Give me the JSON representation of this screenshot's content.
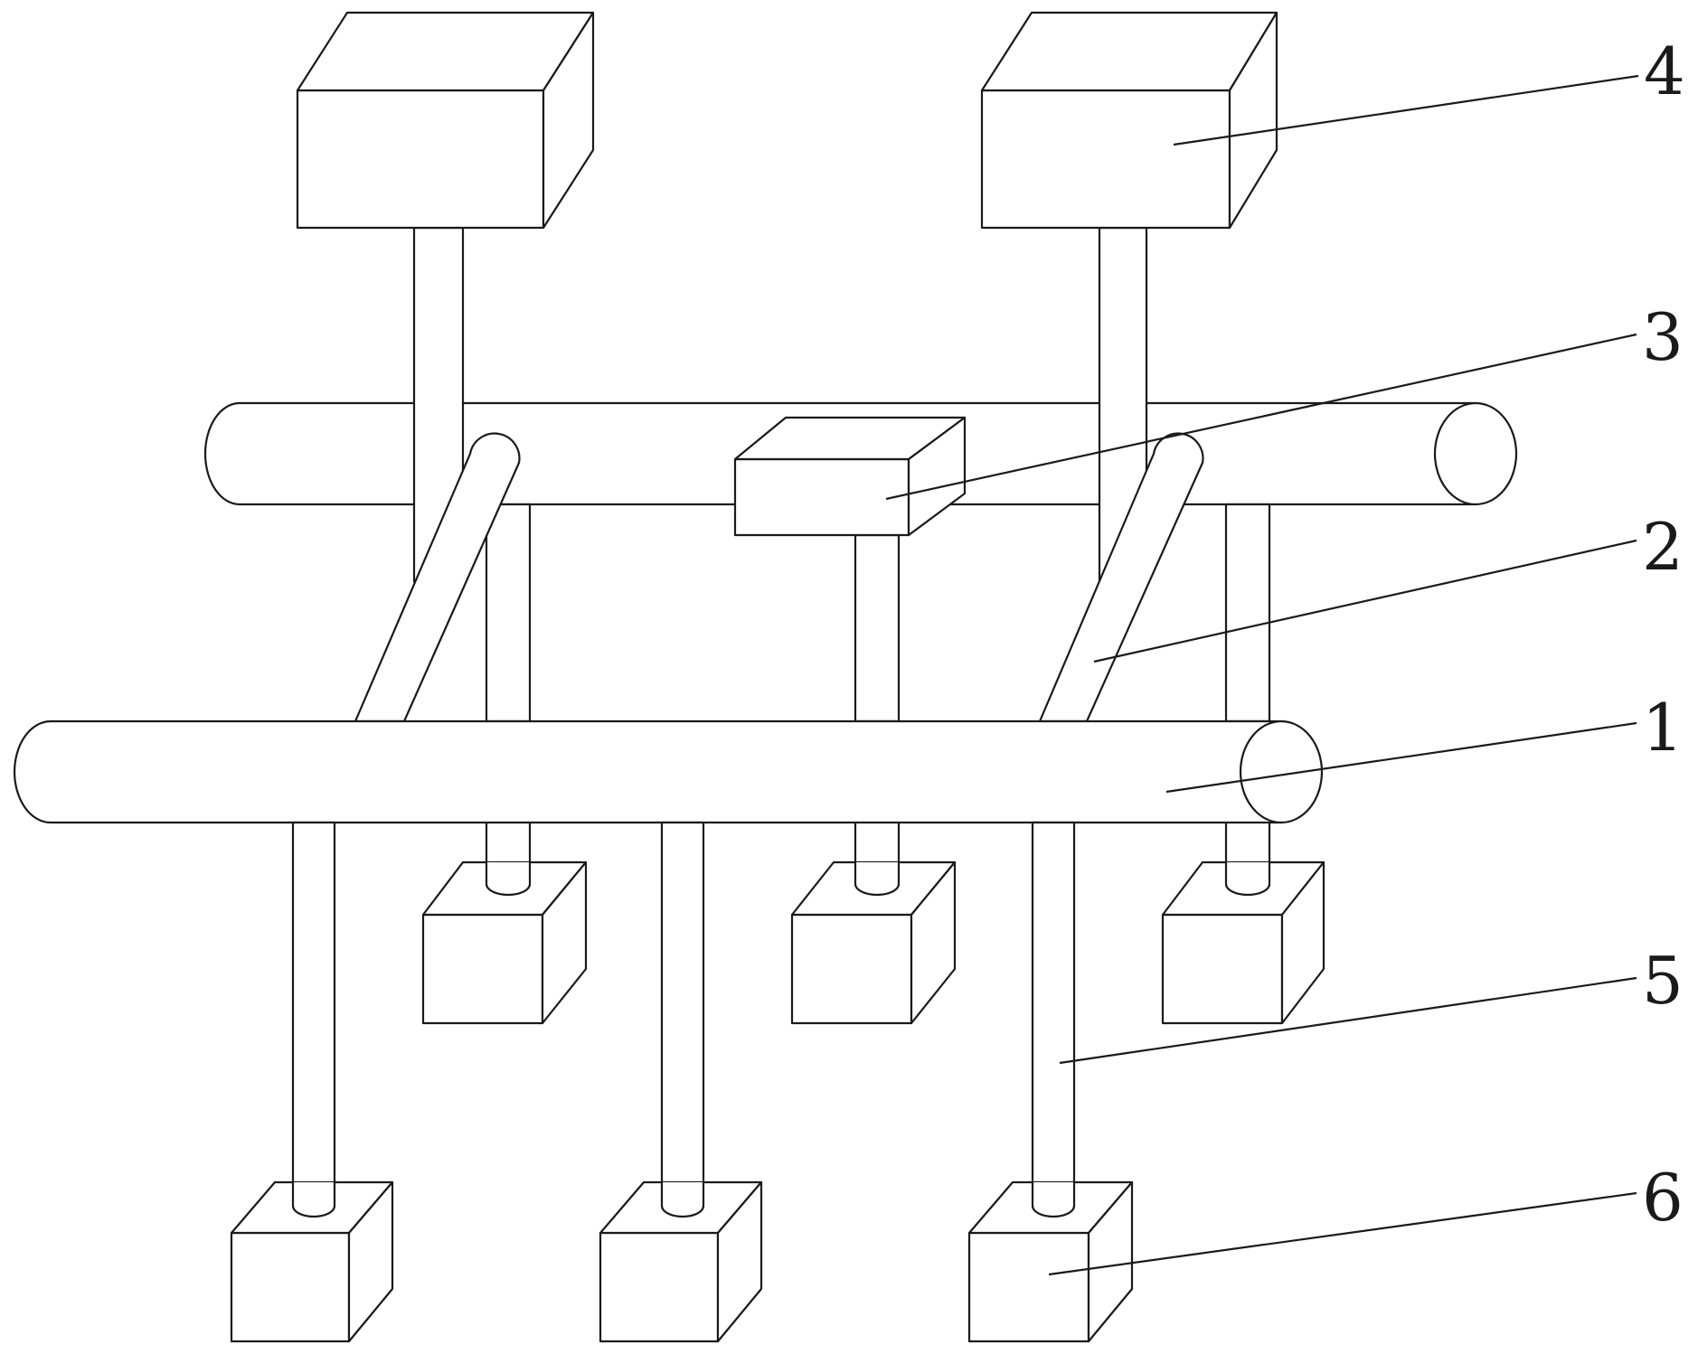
{
  "callouts": [
    {
      "id": "1",
      "label": "1"
    },
    {
      "id": "2",
      "label": "2"
    },
    {
      "id": "3",
      "label": "3"
    },
    {
      "id": "4",
      "label": "4"
    },
    {
      "id": "5",
      "label": "5"
    },
    {
      "id": "6",
      "label": "6"
    }
  ],
  "colors": {
    "stroke": "#1a1a1a",
    "background": "#ffffff"
  }
}
